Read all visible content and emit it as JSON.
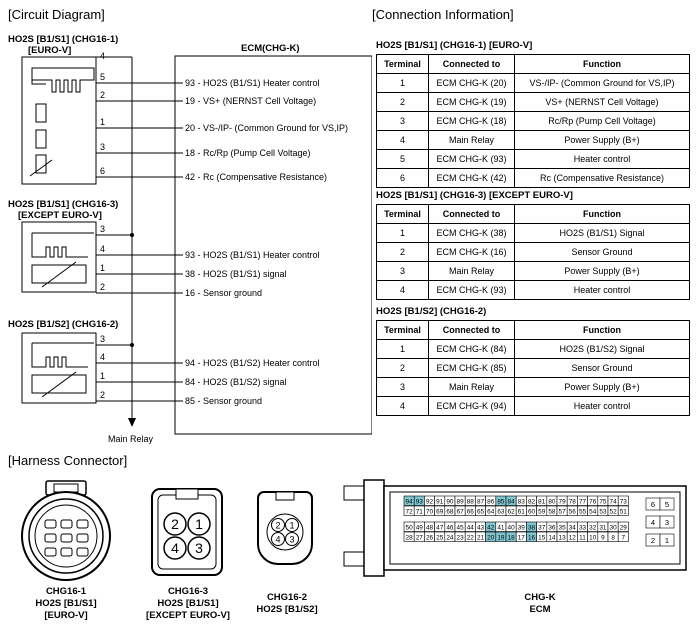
{
  "headings": {
    "circuit": "[Circuit Diagram]",
    "connection": "[Connection Information]",
    "harness": "[Harness Connector]"
  },
  "circuit": {
    "ecm_title": "ECM(CHG-K)",
    "main_relay": "Main Relay",
    "sensors": [
      {
        "title_line1": "HO2S [B1/S1] (CHG16-1)",
        "title_line2": "[EURO-V]",
        "pins": [
          "4",
          "5",
          "2",
          "1",
          "3",
          "6"
        ],
        "signals": [
          "93 - HO2S (B1/S1) Heater control",
          "19 - VS+ (NERNST Cell Voltage)",
          "20 - VS-/IP- (Common Ground for VS,IP)",
          "18 - Rc/Rp (Pump Cell Voltage)",
          "42 - Rc (Compensative Resistance)"
        ]
      },
      {
        "title_line1": "HO2S [B1/S1] (CHG16-3)",
        "title_line2": "[EXCEPT EURO-V]",
        "pins": [
          "3",
          "4",
          "1",
          "2"
        ],
        "signals": [
          "93 - HO2S (B1/S1) Heater control",
          "38 - HO2S (B1/S1) signal",
          "16 - Sensor ground"
        ]
      },
      {
        "title_line1": "HO2S [B1/S2] (CHG16-2)",
        "title_line2": "",
        "pins": [
          "3",
          "4",
          "1",
          "2"
        ],
        "signals": [
          "94 - HO2S (B1/S2) Heater control",
          "84 - HO2S (B1/S2) signal",
          "85 - Sensor ground"
        ]
      }
    ]
  },
  "connection_tables": [
    {
      "title": "HO2S [B1/S1] (CHG16-1) [EURO-V]",
      "headers": [
        "Terminal",
        "Connected to",
        "Function"
      ],
      "rows": [
        [
          "1",
          "ECM CHG-K (20)",
          "VS-/IP- (Common Ground for VS,IP)"
        ],
        [
          "2",
          "ECM CHG-K (19)",
          "VS+ (NERNST Cell Voltage)"
        ],
        [
          "3",
          "ECM CHG-K (18)",
          "Rc/Rp (Pump Cell Voltage)"
        ],
        [
          "4",
          "Main Relay",
          "Power Supply (B+)"
        ],
        [
          "5",
          "ECM CHG-K (93)",
          "Heater control"
        ],
        [
          "6",
          "ECM CHG-K (42)",
          "Rc (Compensative Resistance)"
        ]
      ]
    },
    {
      "title": "HO2S [B1/S1] (CHG16-3) [EXCEPT EURO-V]",
      "headers": [
        "Terminal",
        "Connected to",
        "Function"
      ],
      "rows": [
        [
          "1",
          "ECM CHG-K (38)",
          "HO2S (B1/S1) Signal"
        ],
        [
          "2",
          "ECM CHG-K (16)",
          "Sensor Ground"
        ],
        [
          "3",
          "Main Relay",
          "Power Supply (B+)"
        ],
        [
          "4",
          "ECM CHG-K (93)",
          "Heater control"
        ]
      ]
    },
    {
      "title": "HO2S [B1/S2] (CHG16-2)",
      "headers": [
        "Terminal",
        "Connected to",
        "Function"
      ],
      "rows": [
        [
          "1",
          "ECM CHG-K (84)",
          "HO2S (B1/S2) Signal"
        ],
        [
          "2",
          "ECM CHG-K (85)",
          "Sensor Ground"
        ],
        [
          "3",
          "Main Relay",
          "Power Supply (B+)"
        ],
        [
          "4",
          "ECM CHG-K (94)",
          "Heater control"
        ]
      ]
    }
  ],
  "harness": {
    "chg16_3_pins": [
      "2",
      "1",
      "4",
      "3"
    ],
    "chg16_2_pins": [
      "2",
      "1",
      "4",
      "3"
    ],
    "ecm_rows": [
      [
        "94",
        "93",
        "92",
        "91",
        "90",
        "89",
        "88",
        "87",
        "86",
        "85",
        "84",
        "83",
        "82",
        "81",
        "80",
        "79",
        "78",
        "77",
        "76",
        "75",
        "74",
        "73"
      ],
      [
        "72",
        "71",
        "70",
        "69",
        "68",
        "67",
        "66",
        "65",
        "64",
        "63",
        "62",
        "61",
        "60",
        "59",
        "58",
        "57",
        "56",
        "55",
        "54",
        "53",
        "52",
        "51"
      ],
      [
        "50",
        "49",
        "48",
        "47",
        "46",
        "45",
        "44",
        "43",
        "42",
        "41",
        "40",
        "39",
        "38",
        "37",
        "36",
        "35",
        "34",
        "33",
        "32",
        "31",
        "30",
        "29"
      ],
      [
        "28",
        "27",
        "26",
        "25",
        "24",
        "23",
        "22",
        "21",
        "20",
        "19",
        "18",
        "17",
        "16",
        "15",
        "14",
        "13",
        "12",
        "11",
        "10",
        "9",
        "8",
        "7"
      ]
    ],
    "ecm_side_pins": [
      "6",
      "5",
      "4",
      "3",
      "2",
      "1"
    ],
    "highlighted_pins": [
      "94",
      "93",
      "85",
      "84",
      "42",
      "38",
      "20",
      "19",
      "18",
      "16"
    ],
    "highlight_color": "#7fc6d1",
    "captions": [
      {
        "l1": "CHG16-1",
        "l2": "HO2S [B1/S1]",
        "l3": "[EURO-V]"
      },
      {
        "l1": "CHG16-3",
        "l2": "HO2S [B1/S1]",
        "l3": "[EXCEPT EURO-V]"
      },
      {
        "l1": "CHG16-2",
        "l2": "HO2S [B1/S2]",
        "l3": ""
      },
      {
        "l1": "CHG-K",
        "l2": "ECM",
        "l3": ""
      }
    ]
  }
}
